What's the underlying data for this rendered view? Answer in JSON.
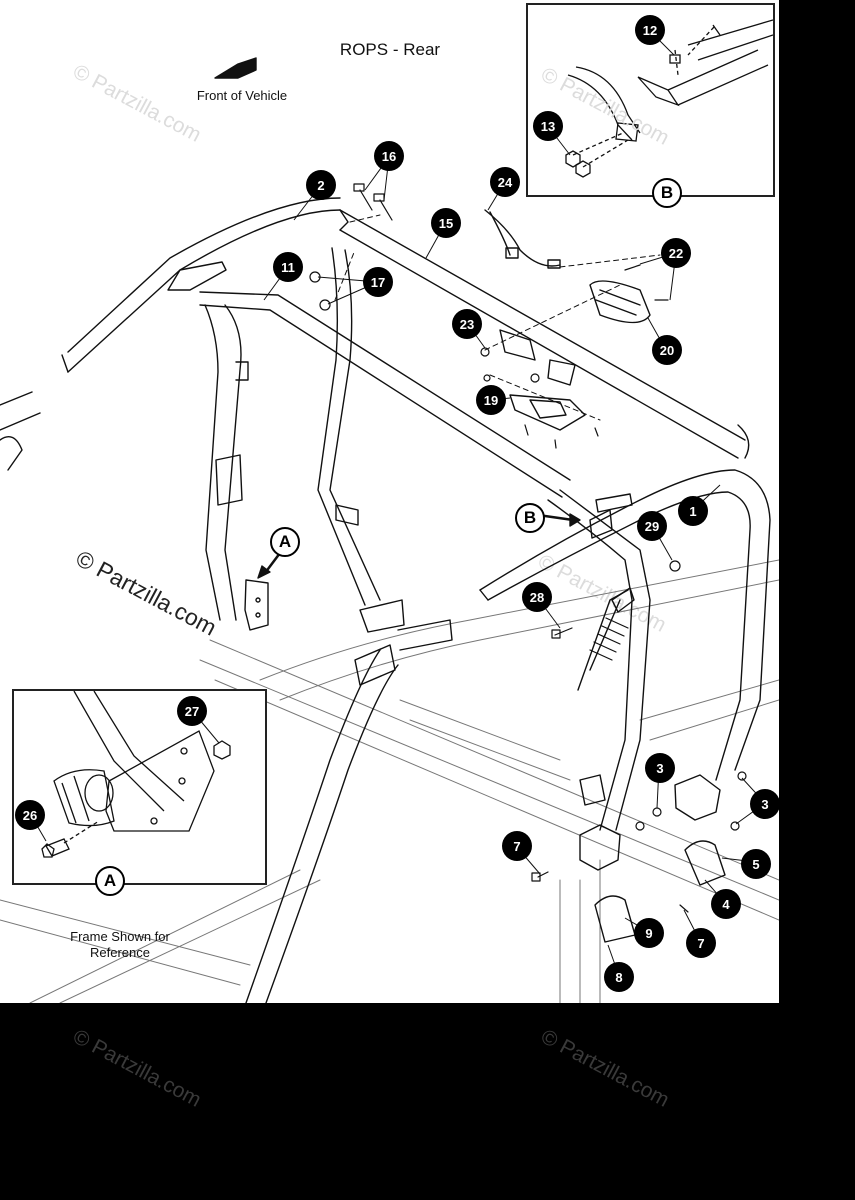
{
  "diagram": {
    "title": "ROPS - Rear",
    "front_label": "Front of Vehicle",
    "frame_note": "Frame Shown for Reference",
    "watermark": "© Partzilla.com",
    "callouts": [
      "1",
      "2",
      "3",
      "3",
      "4",
      "5",
      "7",
      "7",
      "8",
      "9",
      "11",
      "12",
      "13",
      "15",
      "16",
      "17",
      "19",
      "20",
      "22",
      "23",
      "24",
      "26",
      "27",
      "28",
      "29"
    ],
    "detail_labels": {
      "a": "A",
      "b": "B"
    }
  }
}
